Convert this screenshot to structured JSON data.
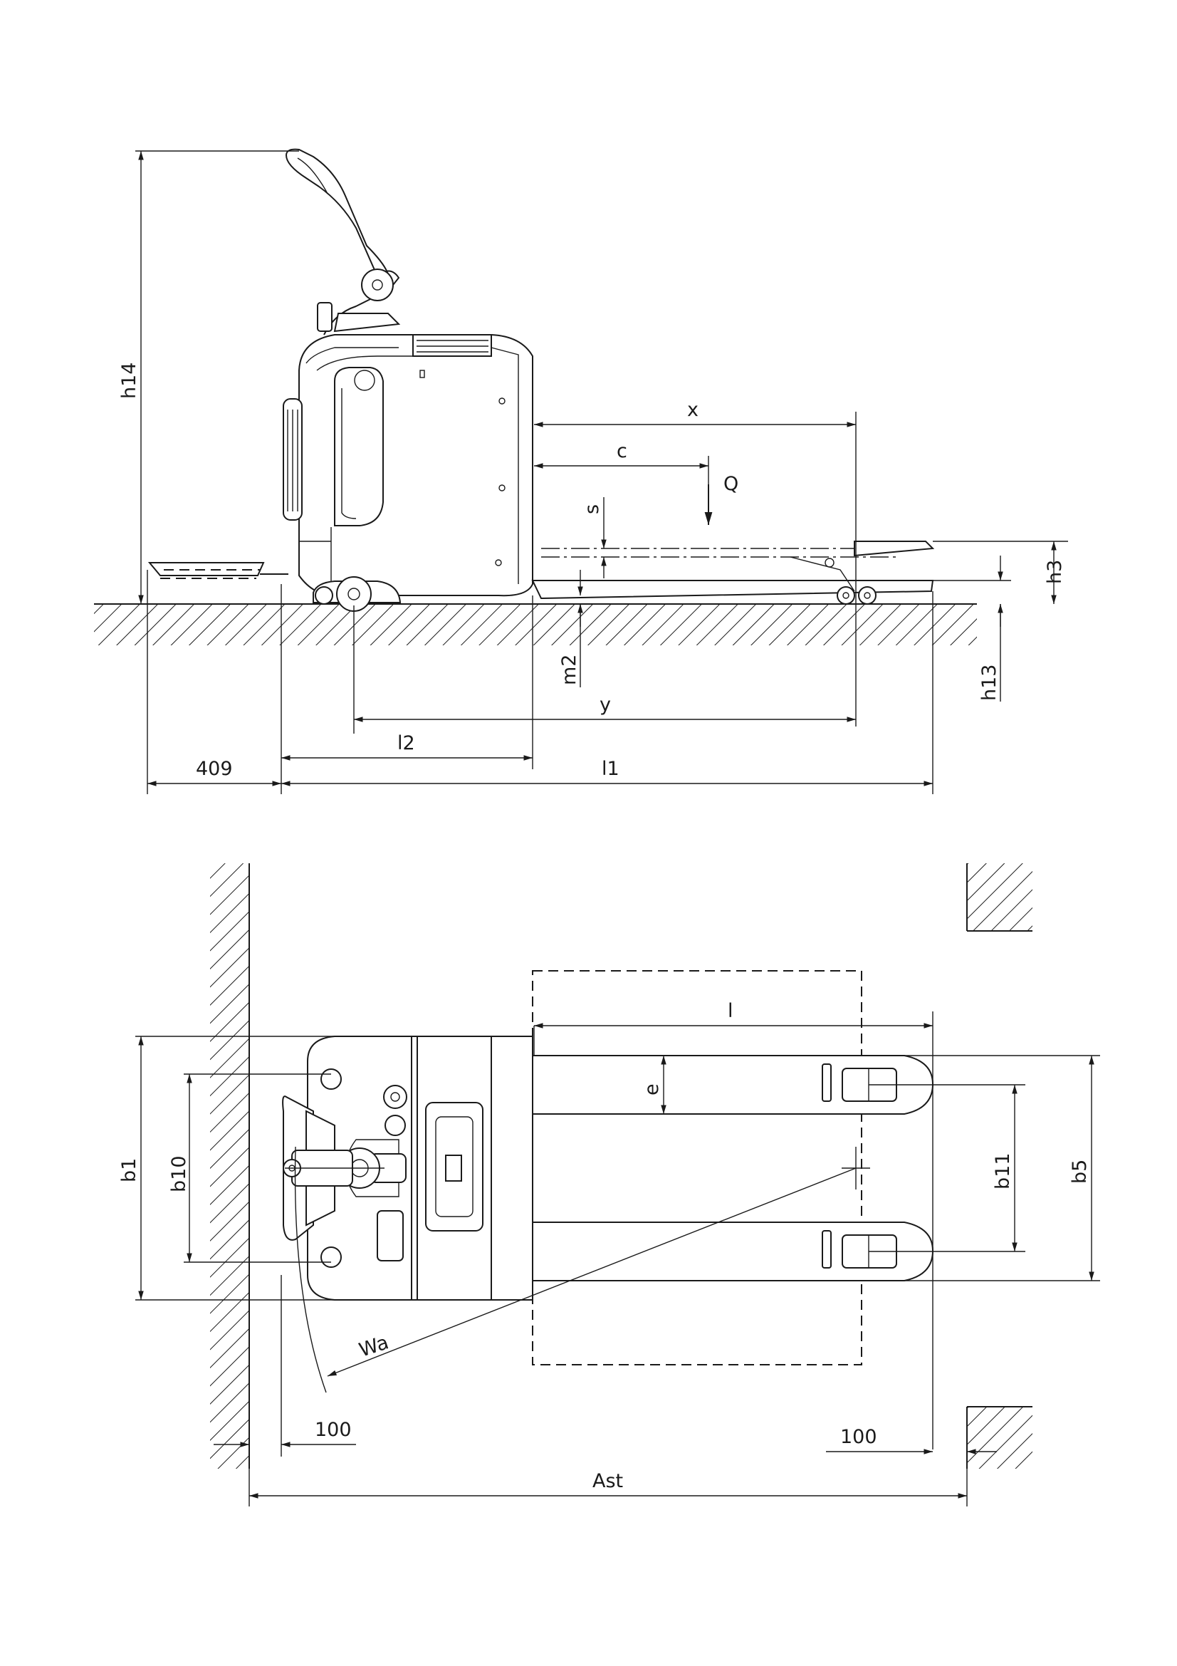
{
  "side_view": {
    "labels": {
      "h14": "h14",
      "x": "x",
      "c": "c",
      "Q": "Q",
      "s": "s",
      "h3": "h3",
      "m2": "m2",
      "h13": "h13",
      "y": "y",
      "l2": "l2",
      "l1": "l1",
      "d409": "409"
    }
  },
  "top_view": {
    "labels": {
      "l": "l",
      "e": "e",
      "b1": "b1",
      "b10": "b10",
      "b11": "b11",
      "b5": "b5",
      "Wa": "Wa",
      "d100_left": "100",
      "d100_right": "100",
      "Ast": "Ast"
    }
  }
}
